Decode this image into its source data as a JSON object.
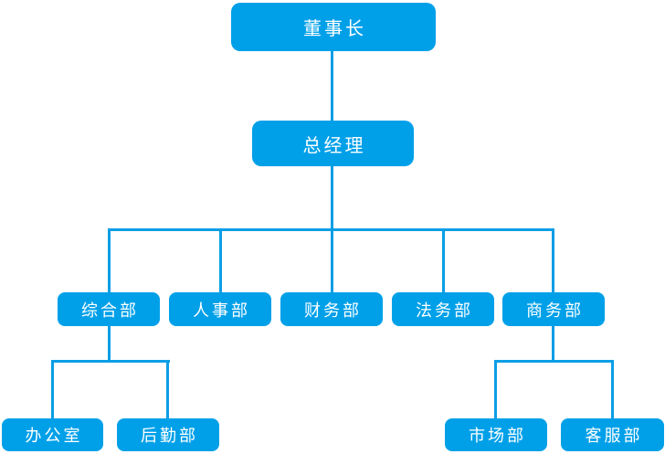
{
  "colors": {
    "node": "#00A0E9",
    "connector": "#0C9EE6",
    "text": "#FFFFFF",
    "background": "#FFFFFF"
  },
  "org": {
    "type": "org-chart",
    "nodes": [
      {
        "id": "chairman",
        "label": "董事长",
        "parent": null
      },
      {
        "id": "general-manager",
        "label": "总经理",
        "parent": "chairman"
      },
      {
        "id": "general-affairs",
        "label": "综合部",
        "parent": "general-manager"
      },
      {
        "id": "hr",
        "label": "人事部",
        "parent": "general-manager"
      },
      {
        "id": "finance",
        "label": "财务部",
        "parent": "general-manager"
      },
      {
        "id": "legal",
        "label": "法务部",
        "parent": "general-manager"
      },
      {
        "id": "business",
        "label": "商务部",
        "parent": "general-manager"
      },
      {
        "id": "office",
        "label": "办公室",
        "parent": "general-affairs"
      },
      {
        "id": "logistics",
        "label": "后勤部",
        "parent": "general-affairs"
      },
      {
        "id": "marketing",
        "label": "市场部",
        "parent": "business"
      },
      {
        "id": "customer-service",
        "label": "客服部",
        "parent": "business"
      }
    ]
  }
}
